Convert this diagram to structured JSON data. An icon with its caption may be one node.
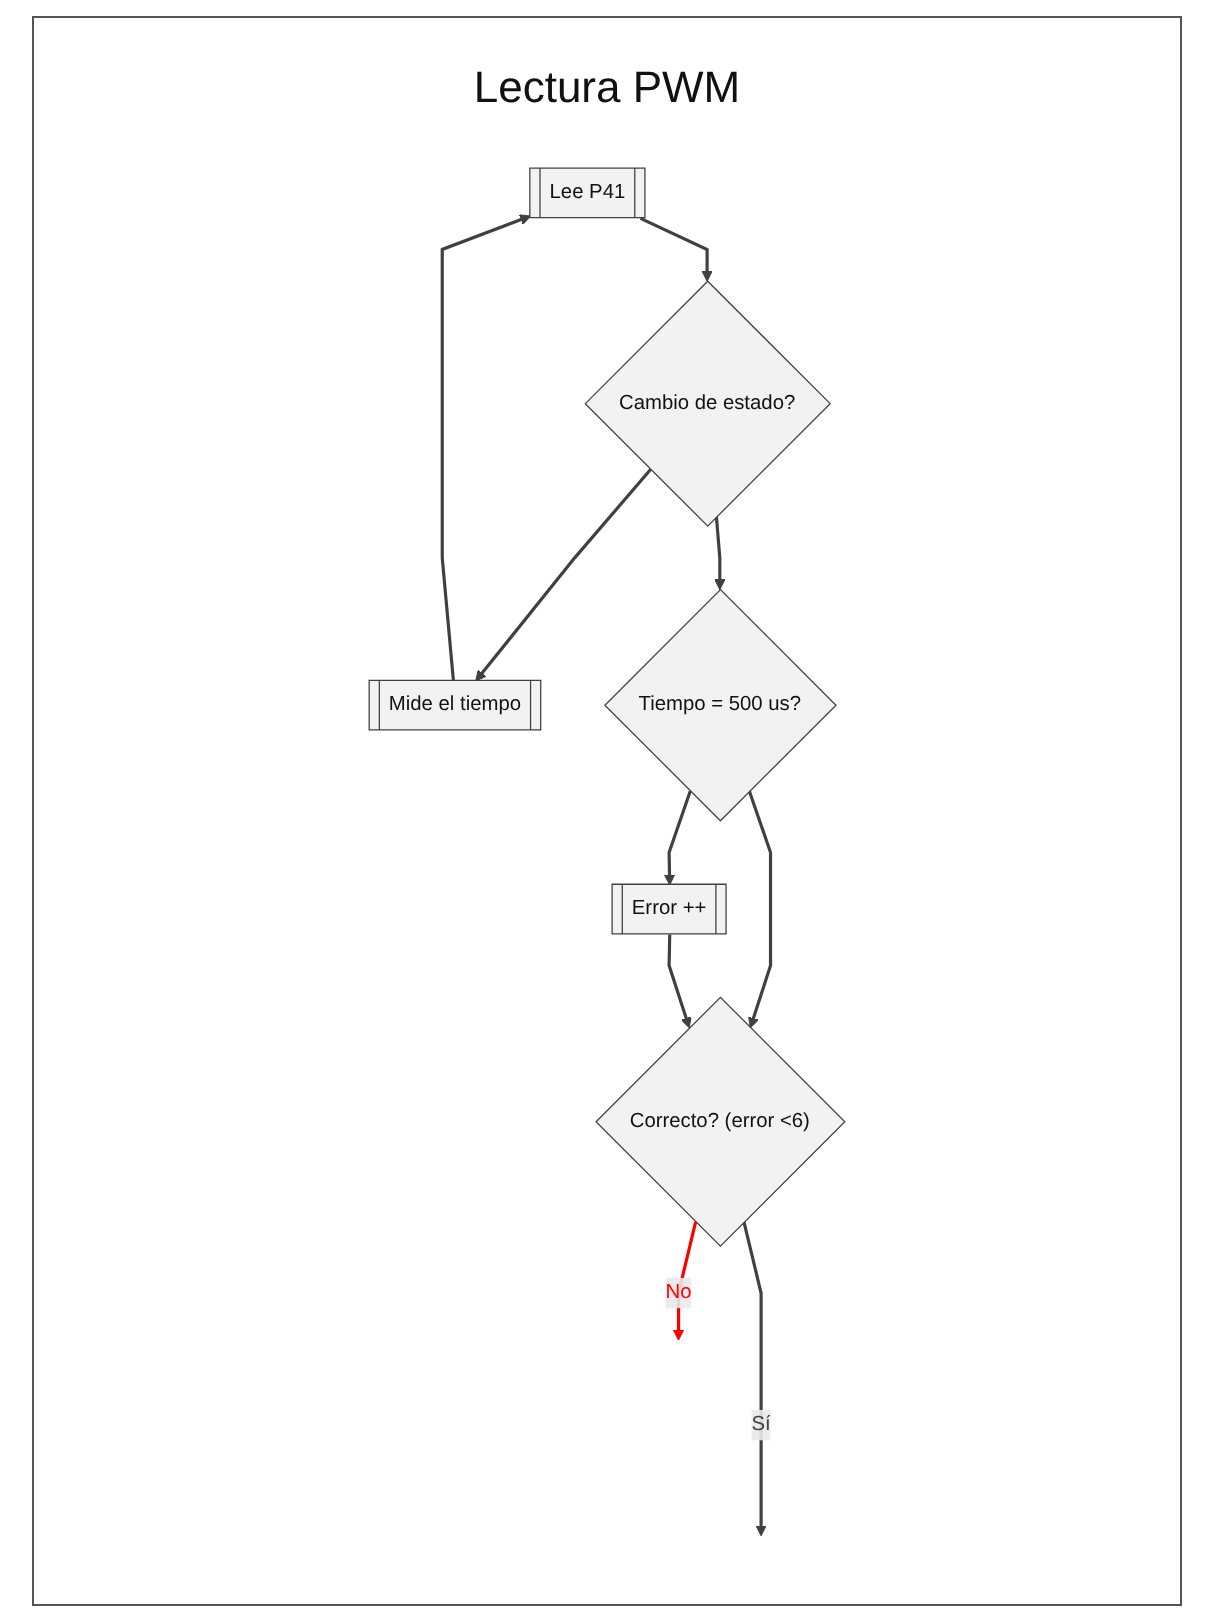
{
  "diagram": {
    "title": "Lectura PWM",
    "nodes": [
      {
        "text": [
          "Lee P41"
        ]
      },
      {
        "text": [
          "Cambio de estado?"
        ]
      },
      {
        "text": [
          "Mide el tiempo"
        ]
      },
      {
        "text": [
          "Tiempo = 500 us?"
        ]
      },
      {
        "text": [
          "Error ++"
        ]
      },
      {
        "text": [
          "Correcto? (error <6)"
        ]
      }
    ],
    "edges": [
      {
        "from": 0,
        "to": 1,
        "arrow": "to"
      },
      {
        "from": 1,
        "to": 2,
        "arrow": "to"
      },
      {
        "from": 2,
        "to": 0,
        "arrow": "to"
      },
      {
        "from": 1,
        "to": 3,
        "arrow": "to"
      },
      {
        "from": 3,
        "to": 4,
        "arrow": "to"
      },
      {
        "from": 3,
        "to": 5,
        "arrow": "to"
      },
      {
        "from": 4,
        "to": 5,
        "arrow": "to"
      },
      {
        "from": 5,
        "to": null,
        "arrow": "to",
        "label": "No",
        "color": "#ff0000"
      },
      {
        "from": 5,
        "to": null,
        "arrow": "to",
        "label": "Sí"
      }
    ]
  }
}
